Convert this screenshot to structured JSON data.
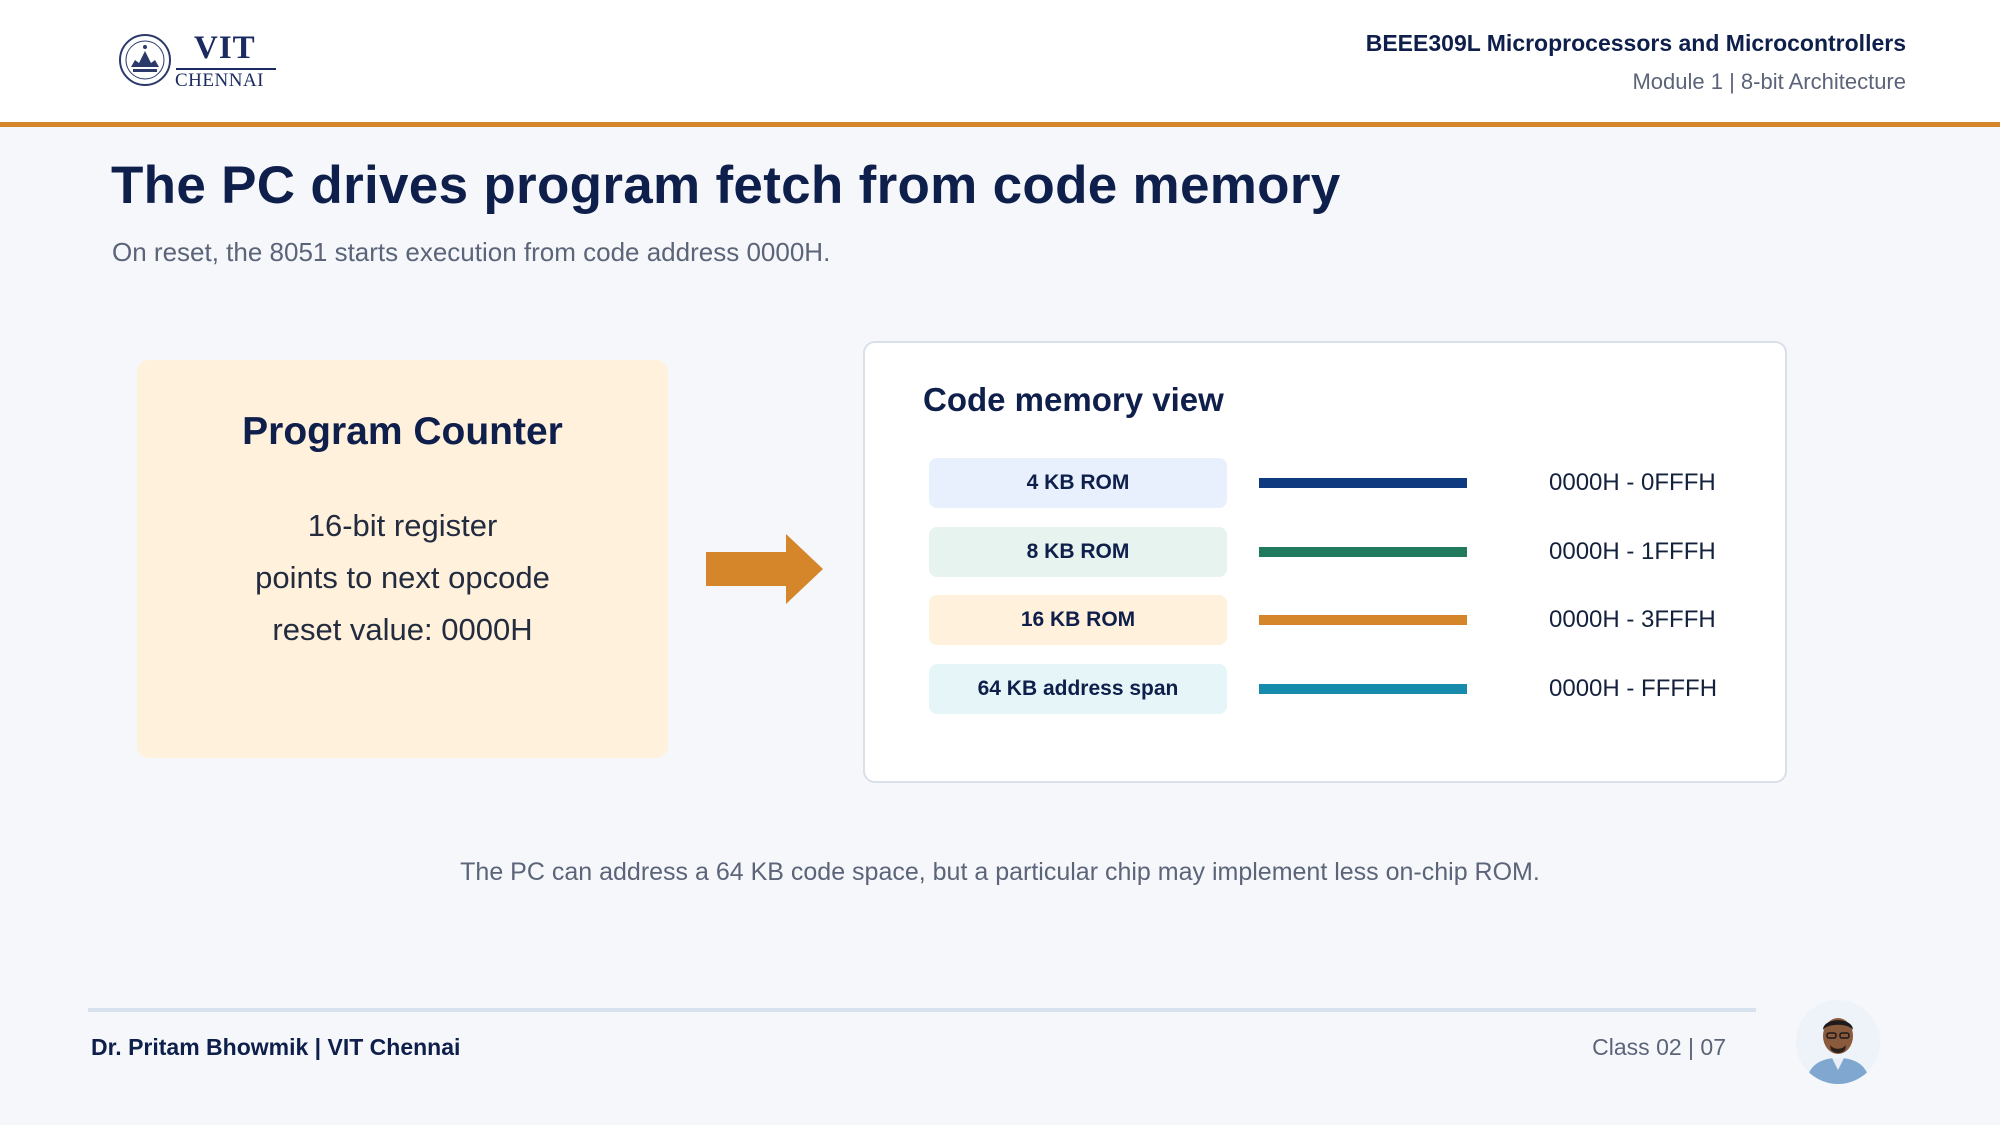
{
  "header": {
    "logo_main": "VIT",
    "logo_sub": "CHENNAI",
    "course_title": "BEEE309L Microprocessors and Microcontrollers",
    "module": "Module 1 | 8-bit Architecture"
  },
  "slide": {
    "title": "The PC drives program fetch from code memory",
    "subtitle": "On reset, the 8051 starts execution from code address 0000H."
  },
  "pc_card": {
    "heading": "Program Counter",
    "lines": [
      "16-bit register",
      "points to next opcode",
      "reset value: 0000H"
    ]
  },
  "memory_view": {
    "title": "Code memory view",
    "rows": [
      {
        "label": "4 KB ROM",
        "range": "0000H - 0FFFH",
        "chip_color": "#e7f0fc",
        "bar_color": "#0f3a80"
      },
      {
        "label": "8 KB ROM",
        "range": "0000H - 1FFFH",
        "chip_color": "#e6f3ee",
        "bar_color": "#227a5e"
      },
      {
        "label": "16 KB ROM",
        "range": "0000H - 3FFFH",
        "chip_color": "#fff1dc",
        "bar_color": "#d6862a"
      },
      {
        "label": "64 KB address span",
        "range": "0000H - FFFFH",
        "chip_color": "#e6f6f8",
        "bar_color": "#168bab"
      }
    ]
  },
  "note": "The PC can address a 64 KB code space, but a particular chip may implement less on-chip ROM.",
  "footer": {
    "author": "Dr. Pritam Bhowmik | VIT Chennai",
    "class_info": "Class 02  |  07"
  },
  "colors": {
    "accent": "#d6862a",
    "navy": "#0f1f4b",
    "muted": "#5b6478"
  },
  "icons": {
    "logo": "vit-seal-icon",
    "arrow": "right-arrow-icon",
    "avatar": "presenter-avatar"
  }
}
